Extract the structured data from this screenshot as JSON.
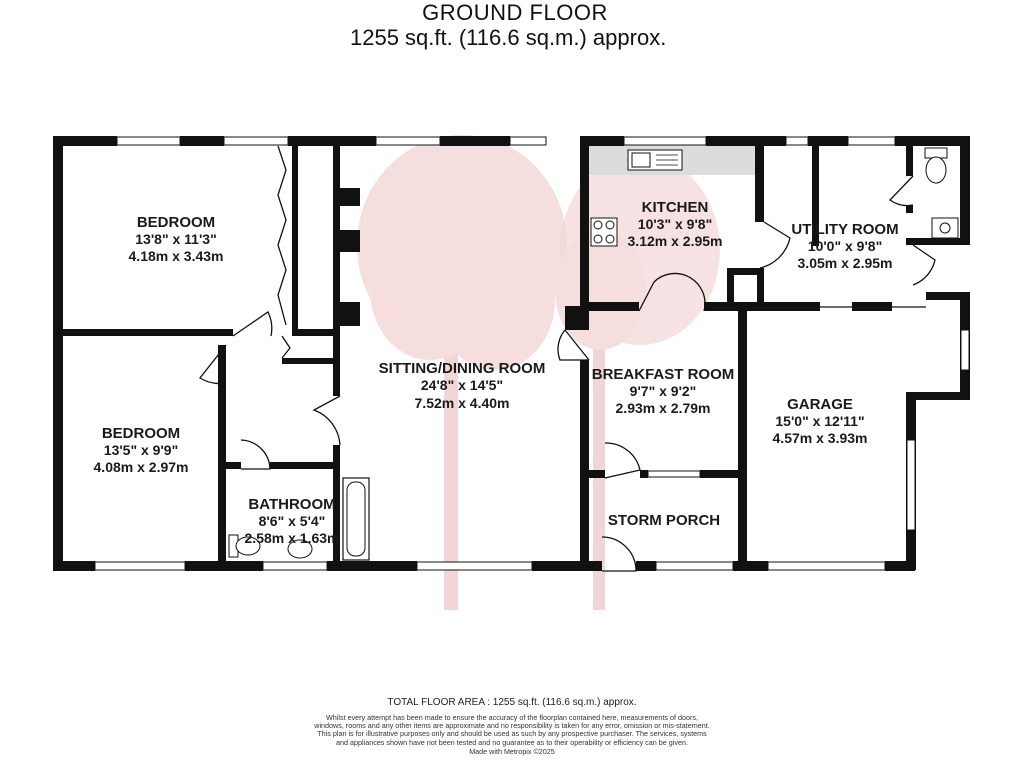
{
  "header": {
    "title": "GROUND FLOOR",
    "area": "1255 sq.ft. (116.6 sq.m.) approx."
  },
  "rooms": {
    "bedroom_1": {
      "name": "BEDROOM",
      "imperial": "13'8\"  x 11'3\"",
      "metric": "4.18m  x 3.43m"
    },
    "bedroom_2": {
      "name": "BEDROOM",
      "imperial": "13'5\"  x 9'9\"",
      "metric": "4.08m  x 2.97m"
    },
    "sitting_dining": {
      "name": "SITTING/DINING ROOM",
      "imperial": "24'8\"  x 14'5\"",
      "metric": "7.52m  x 4.40m"
    },
    "kitchen": {
      "name": "KITCHEN",
      "imperial": "10'3\"  x 9'8\"",
      "metric": "3.12m  x 2.95m"
    },
    "utility": {
      "name": "UTILITY ROOM",
      "imperial": "10'0\"  x 9'8\"",
      "metric": "3.05m  x 2.95m"
    },
    "breakfast": {
      "name": "BREAKFAST ROOM",
      "imperial": "9'7\"  x 9'2\"",
      "metric": "2.93m  x 2.79m"
    },
    "garage": {
      "name": "GARAGE",
      "imperial": "15'0\"  x 12'11\"",
      "metric": "4.57m  x 3.93m"
    },
    "bathroom": {
      "name": "BATHROOM",
      "imperial": "8'6\"  x 5'4\"",
      "metric": "2.58m  x 1.63m"
    },
    "storm_porch": {
      "name": "STORM PORCH"
    }
  },
  "footer": {
    "total": "TOTAL FLOOR AREA : 1255 sq.ft. (116.6 sq.m.) approx.",
    "disclaimer": "Whilst every attempt has been made to ensure the accuracy of the floorplan contained here, measurements of doors, windows, rooms and any other items are approximate and no responsibility is taken for any error, omission or mis-statement. This plan is for illustrative purposes only and should be used as such by any prospective purchaser. The services, systems and appliances shown have not been tested and no guarantee as to their operability or efficiency can be given.",
    "made_with": "Made with Metropix ©2025"
  },
  "colors": {
    "wall": "#111111",
    "watermark": "#e8b4b4",
    "worktop": "#dcdcdc"
  },
  "icons": [
    "sink-icon",
    "hob-icon",
    "toilet-icon",
    "basin-icon",
    "bath-icon",
    "door-swing-icon",
    "window-icon",
    "tree-watermark-icon"
  ]
}
